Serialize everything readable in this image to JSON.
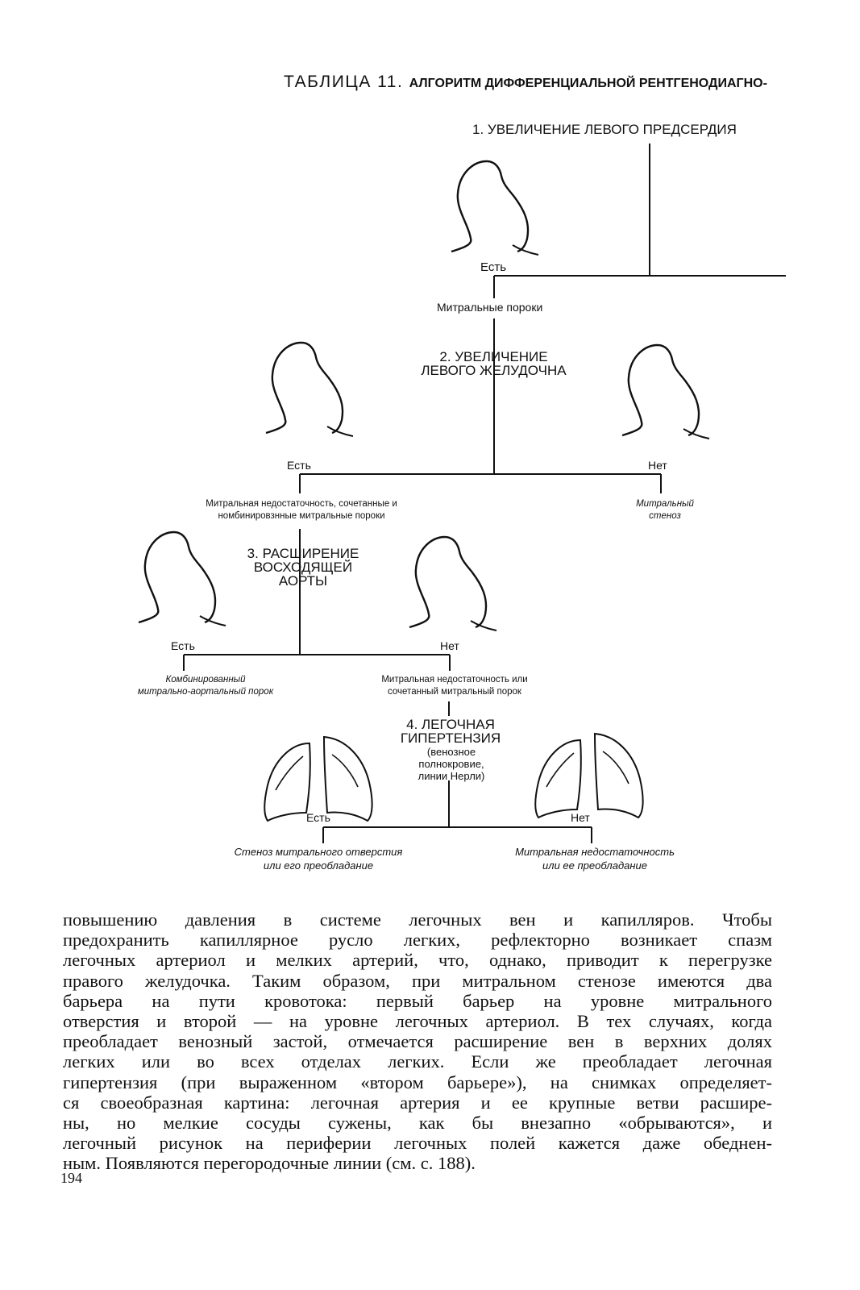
{
  "title": {
    "prefix": "ТАБЛИЦА 11.",
    "main": "АЛГОРИТМ ДИФФЕРЕНЦИАЛЬНОЙ РЕНТГЕНОДИАГНО-"
  },
  "flowchart": {
    "step1": {
      "heading": "1. УВЕЛИЧЕНИЕ ЛЕВОГО ПРЕДСЕРДИЯ",
      "yes": "Есть",
      "result": "Митральные пороки"
    },
    "step2": {
      "heading_line1": "2. УВЕЛИЧЕНИЕ",
      "heading_line2": "ЛЕВОГО ЖЕЛУДОЧНА",
      "yes": "Есть",
      "no": "Нет",
      "yes_result_line1": "Митральная недостаточность, сочетанные и",
      "yes_result_line2": "номбинировзнные митральные пороки",
      "no_result_line1": "Митральный",
      "no_result_line2": "стеноз"
    },
    "step3": {
      "heading_line1": "3. РАСШИРЕНИЕ",
      "heading_line2": "ВОСХОДЯЩЕЙ",
      "heading_line3": "АОРТЫ",
      "yes": "Есть",
      "no": "Нет",
      "yes_result_line1": "Комбинированный",
      "yes_result_line2": "митрально-аортальный порок",
      "no_result_line1": "Митральная недостаточность или",
      "no_result_line2": "сочетанный митральный порок"
    },
    "step4": {
      "heading_line1": "4. ЛЕГОЧНАЯ",
      "heading_line2": "ГИПЕРТЕНЗИЯ",
      "sub_line1": "(венозное",
      "sub_line2": "полнокровие,",
      "sub_line3": "линии Нерли)",
      "yes": "Есть",
      "no": "Нет",
      "yes_result_line1": "Стеноз митрального отверстия",
      "yes_result_line2": "или его преобладание",
      "no_result_line1": "Митральная недостаточность",
      "no_result_line2": "или ее преобладание"
    }
  },
  "body_lines": [
    "повышению давления в системе легочных вен и капилляров. Чтобы",
    "предохранить капиллярное русло легких, рефлекторно возникает спазм",
    "легочных артериол и мелких артерий, что, однако, приводит к перегрузке",
    "правого желудочка. Таким образом, при митральном стенозе имеются два",
    "барьера на пути кровотока: первый барьер на уровне митрального",
    "отверстия и второй — на уровне легочных артериол. В тех случаях, когда",
    "преобладает венозный застой, отмечается расширение вен в верхних долях",
    "легких или во всех отделах легких. Если же преобладает легочная",
    "гипертензия (при выраженном «втором барьере»), на снимках определяет-",
    "ся своеобразная картина: легочная артерия и ее крупные ветви расшире-",
    "ны, но мелкие сосуды сужены, как бы внезапно «обрываются», и",
    "легочный рисунок на периферии легочных полей кажется даже обеднен-",
    "ным. Появляются перегородочные линии (см. с. 188)."
  ],
  "page_number": "194",
  "icons": [
    "heart-silhouette-icon",
    "lungs-icon"
  ]
}
